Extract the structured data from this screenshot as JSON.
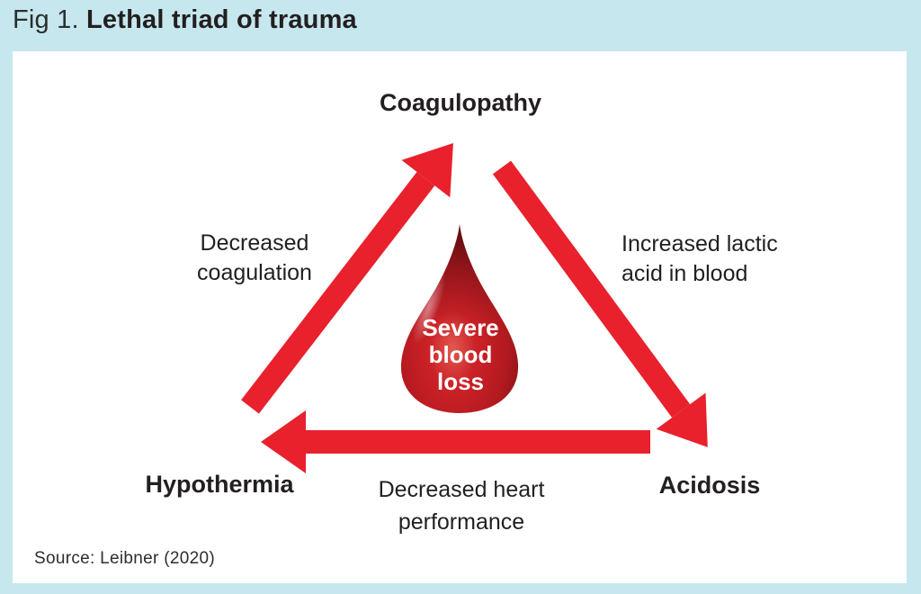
{
  "figure": {
    "label": "Fig 1.",
    "title": "Lethal triad of trauma",
    "source": "Source: Leibner (2020)"
  },
  "diagram": {
    "type": "cycle",
    "nodes": {
      "coagulopathy": "Coagulopathy",
      "hypothermia": "Hypothermia",
      "acidosis": "Acidosis"
    },
    "center_label": "Severe\nblood\nloss",
    "edges": {
      "hypothermia_to_coagulopathy": "Decreased\ncoagulation",
      "coagulopathy_to_acidosis": "Increased lactic\nacid in blood",
      "acidosis_to_hypothermia": "Decreased heart\nperformance"
    },
    "colors": {
      "arrow_red": "#e8212d",
      "drop_red": "#c21b21",
      "background": "#c6e7ee",
      "panel": "#ffffff",
      "text": "#231f20"
    }
  }
}
